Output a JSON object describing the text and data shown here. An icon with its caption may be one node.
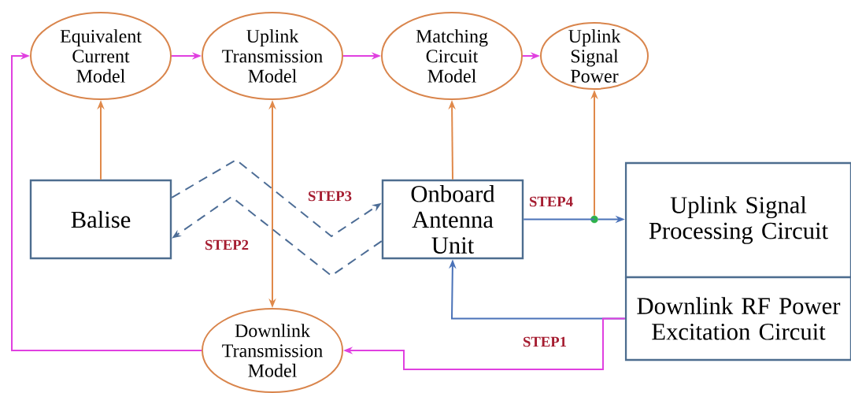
{
  "diagram": {
    "nodes": [
      {
        "text": [
          "Equivalent Current Model"
        ]
      },
      {
        "text": [
          "Uplink Transmission Model"
        ]
      },
      {
        "text": [
          "Matching Circuit Model"
        ]
      },
      {
        "text": [
          "Uplink Signal Power"
        ]
      },
      {
        "text": [
          "Balise"
        ]
      },
      {
        "text": [
          "Onboard Antenna Unit"
        ]
      },
      {
        "text": [
          "Uplink Signal Processing Circuit"
        ]
      },
      {
        "text": [
          "Downlink RF Power Excitation Circuit"
        ]
      },
      {
        "text": [
          "Downlink Transmission Model"
        ]
      },
      {
        "text": [],
        "shape": "circle"
      }
    ],
    "edges": [
      {
        "from": 0,
        "to": 1,
        "arrow": "to",
        "color": "#e040e0"
      },
      {
        "from": 1,
        "to": 2,
        "arrow": "to",
        "color": "#e040e0"
      },
      {
        "from": 2,
        "to": 3,
        "arrow": "to",
        "color": "#e040e0"
      },
      {
        "from": 4,
        "to": 0,
        "arrow": "to",
        "color": "#e0894a"
      },
      {
        "from": 5,
        "to": 2,
        "arrow": "to",
        "color": "#e0894a"
      },
      {
        "from": 9,
        "to": 3,
        "arrow": "to",
        "color": "#e0894a"
      },
      {
        "from": 1,
        "to": 8,
        "arrow": "both",
        "color": "#e0894a"
      },
      {
        "from": 5,
        "to": 9,
        "arrow": "none",
        "label": "STEP4",
        "color": "#4a72b8"
      },
      {
        "from": 9,
        "to": 6,
        "arrow": "to",
        "color": "#4a72b8"
      },
      {
        "from": 7,
        "to": 5,
        "arrow": "to",
        "color": "#4a72b8"
      },
      {
        "from": 7,
        "to": 8,
        "arrow": "to",
        "label": "STEP1",
        "color": "#e040e0"
      },
      {
        "from": 8,
        "to": 0,
        "arrow": "to",
        "color": "#e040e0"
      },
      {
        "from": 4,
        "to": 5,
        "arrow": "to",
        "label": "STEP3",
        "style": "dashed",
        "color": "#4d6d96"
      },
      {
        "from": 5,
        "to": 4,
        "arrow": "to",
        "label": "STEP2",
        "style": "dashed",
        "color": "#4d6d96"
      }
    ]
  }
}
